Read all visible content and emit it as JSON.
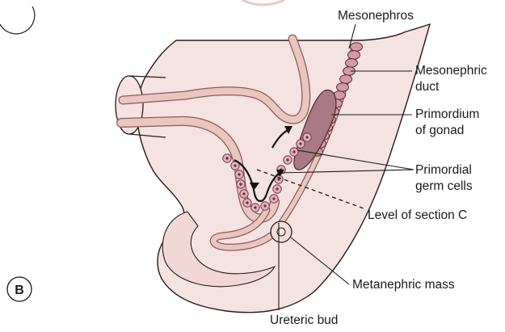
{
  "panel_label": "B",
  "labels": {
    "mesonephros": "Mesonephros",
    "mesonephric_duct_1": "Mesonephric",
    "mesonephric_duct_2": "duct",
    "primordium_1": "Primordium",
    "primordium_2": "of gonad",
    "germ_cells_1": "Primordial",
    "germ_cells_2": "germ cells",
    "level_section": "Level of section C",
    "metanephric_mass": "Metanephric mass",
    "ureteric_bud": "Ureteric bud"
  },
  "colors": {
    "embryo_fill": "#f5e3e2",
    "tube_fill": "#e9c6c0",
    "tube_stroke": "#8a5a56",
    "gonad_fill": "#a97a86",
    "cell_fill": "#e5aec1",
    "cell_stroke": "#6e3b49",
    "outline": "#2a1a1a"
  }
}
